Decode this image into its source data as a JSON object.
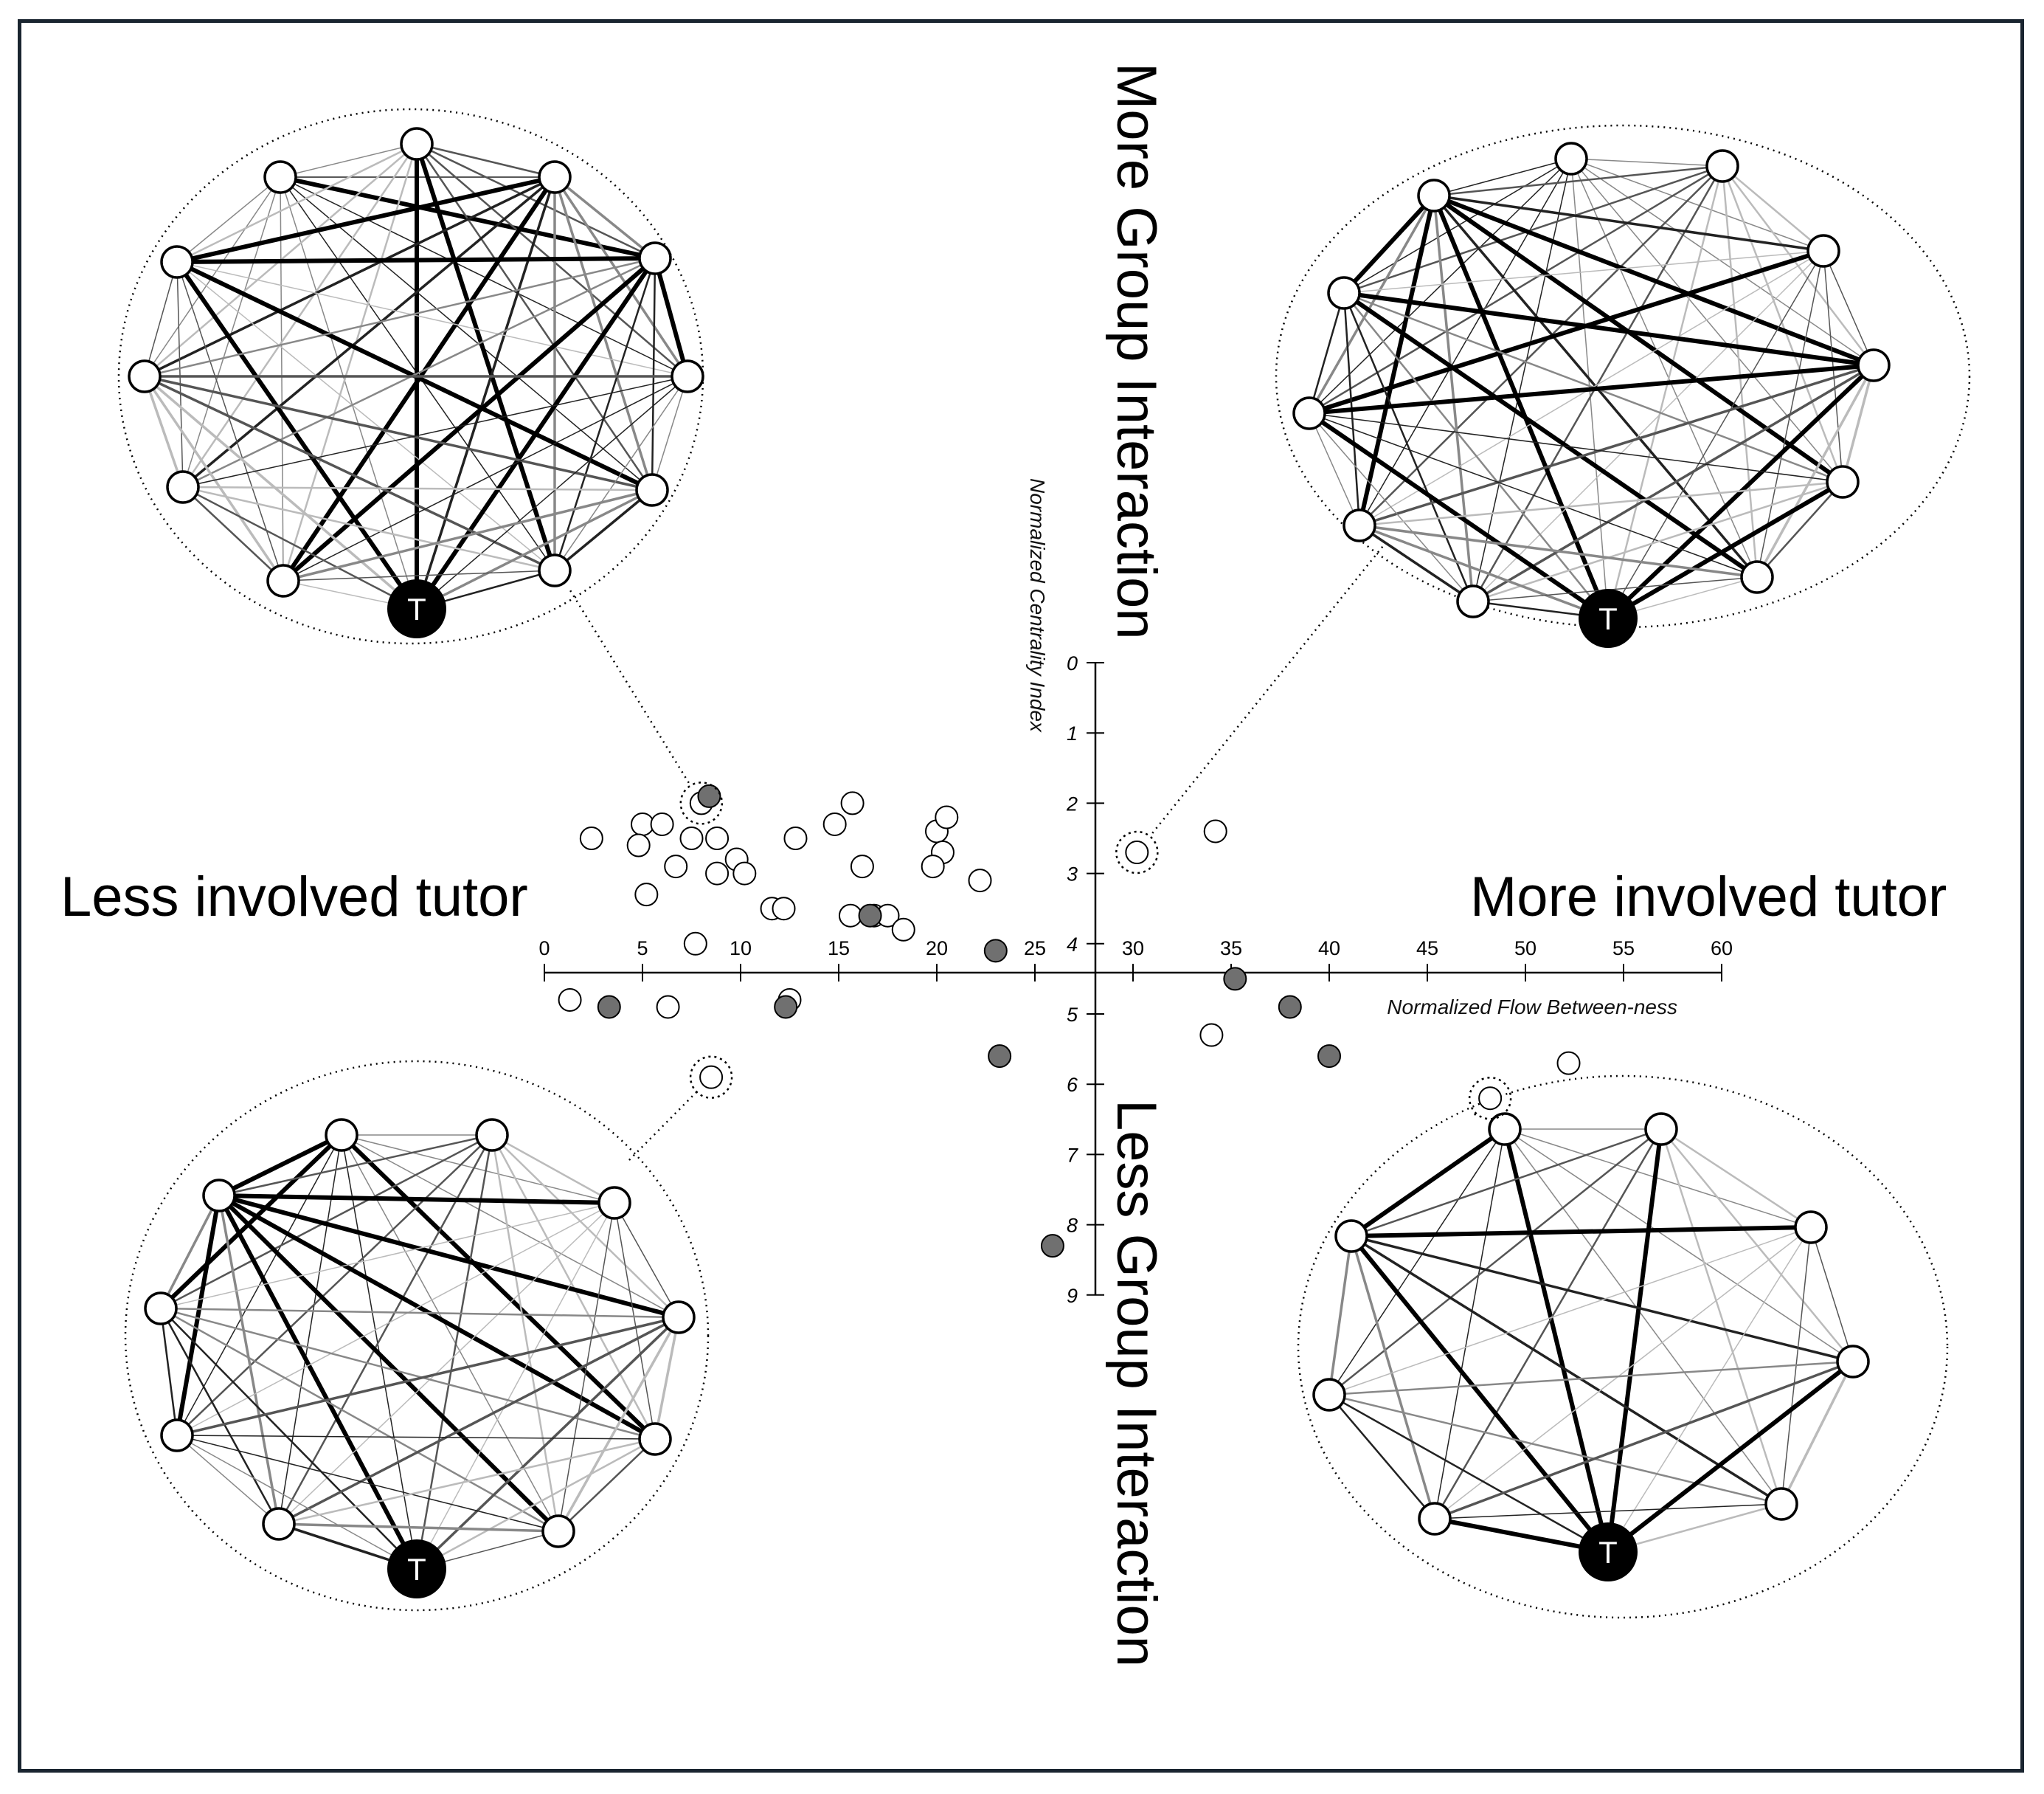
{
  "labels": {
    "more_group": "More Group Interaction",
    "less_group": "Less Group Interaction",
    "less_tutor": "Less involved tutor",
    "more_tutor": "More involved tutor",
    "tutor_node": "T"
  },
  "colors": {
    "filled_point": "#707070",
    "open_point": "#ffffff",
    "ink": "#000000"
  },
  "chart_data": {
    "type": "scatter",
    "title": "",
    "xlabel": "Normalized Flow Between-ness",
    "ylabel": "Normalized Centrality Index",
    "xlim": [
      0,
      60
    ],
    "ylim": [
      0,
      9
    ],
    "y_inverted": true,
    "x_ticks": [
      0,
      5,
      10,
      15,
      20,
      25,
      30,
      35,
      40,
      45,
      50,
      55,
      60
    ],
    "y_ticks": [
      0,
      1,
      2,
      3,
      4,
      5,
      6,
      7,
      8,
      9
    ],
    "series": [
      {
        "style": "open",
        "points": [
          [
            2.4,
            2.5
          ],
          [
            5.0,
            2.3
          ],
          [
            6.0,
            2.3
          ],
          [
            4.8,
            2.6
          ],
          [
            7.5,
            2.5
          ],
          [
            8.8,
            2.5
          ],
          [
            6.7,
            2.9
          ],
          [
            9.8,
            2.8
          ],
          [
            10.2,
            3.0
          ],
          [
            8.8,
            3.0
          ],
          [
            5.2,
            3.3
          ],
          [
            12.8,
            2.5
          ],
          [
            14.8,
            2.3
          ],
          [
            15.7,
            2.0
          ],
          [
            16.2,
            2.9
          ],
          [
            20.0,
            2.4
          ],
          [
            20.5,
            2.2
          ],
          [
            20.3,
            2.7
          ],
          [
            19.8,
            2.9
          ],
          [
            22.2,
            3.1
          ],
          [
            11.6,
            3.5
          ],
          [
            12.2,
            3.5
          ],
          [
            15.6,
            3.6
          ],
          [
            16.8,
            3.6
          ],
          [
            17.5,
            3.6
          ],
          [
            18.3,
            3.8
          ],
          [
            7.7,
            4.0
          ],
          [
            8.0,
            2.0
          ],
          [
            30.2,
            2.7
          ],
          [
            34.2,
            2.4
          ],
          [
            1.3,
            4.8
          ],
          [
            6.3,
            4.9
          ],
          [
            12.5,
            4.8
          ],
          [
            8.5,
            5.9
          ],
          [
            34.0,
            5.3
          ],
          [
            48.2,
            6.2
          ],
          [
            52.2,
            5.7
          ]
        ]
      },
      {
        "style": "filled",
        "points": [
          [
            8.4,
            1.9
          ],
          [
            16.6,
            3.6
          ],
          [
            23.0,
            4.1
          ],
          [
            3.3,
            4.9
          ],
          [
            12.3,
            4.9
          ],
          [
            23.2,
            5.6
          ],
          [
            25.9,
            8.3
          ],
          [
            35.2,
            4.5
          ],
          [
            38.0,
            4.9
          ],
          [
            40.0,
            5.6
          ]
        ]
      }
    ],
    "highlighted": [
      [
        8.0,
        2.0
      ],
      [
        30.2,
        2.7
      ],
      [
        8.5,
        5.9
      ],
      [
        48.2,
        6.2
      ]
    ]
  }
}
